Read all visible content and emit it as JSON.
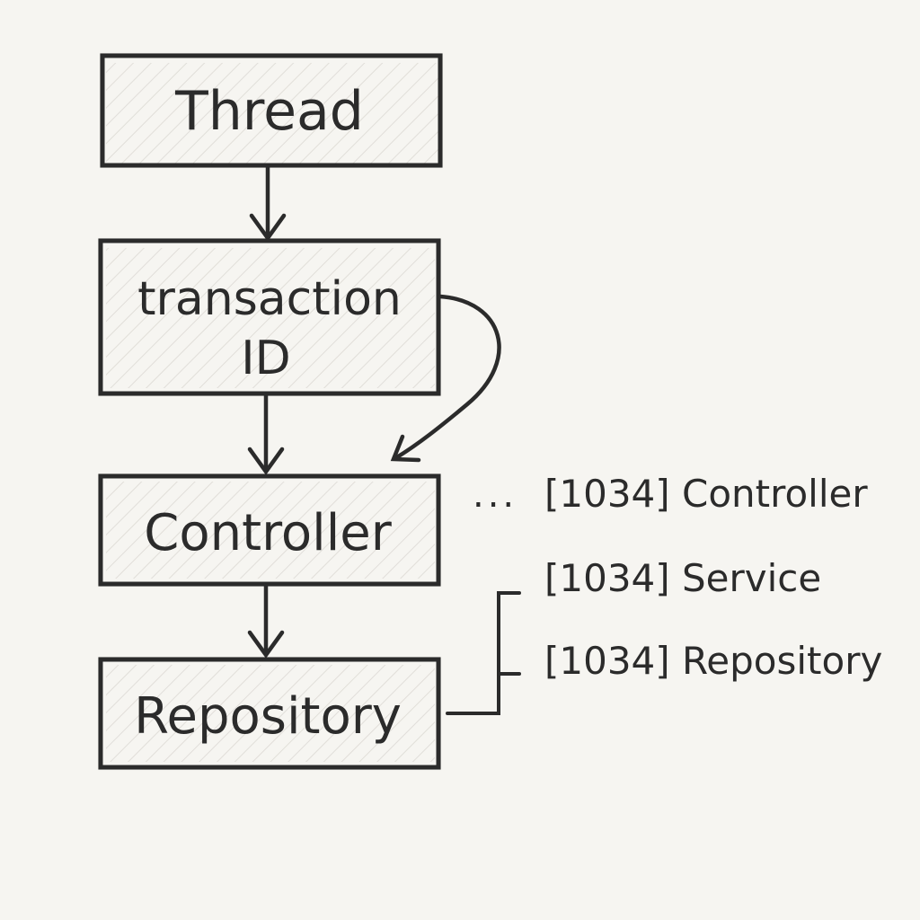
{
  "boxes": {
    "thread": "Thread",
    "transaction_line1": "transaction",
    "transaction_line2": "ID",
    "controller": "Controller",
    "repository": "Repository"
  },
  "log": {
    "ellipsis": "...",
    "lines": [
      "[1034] Controller",
      "[1034] Service",
      "[1034] Repository"
    ]
  },
  "colors": {
    "ink": "#2b2b2b",
    "paper": "#f6f5f1",
    "hatch": "#c9c6bf"
  }
}
